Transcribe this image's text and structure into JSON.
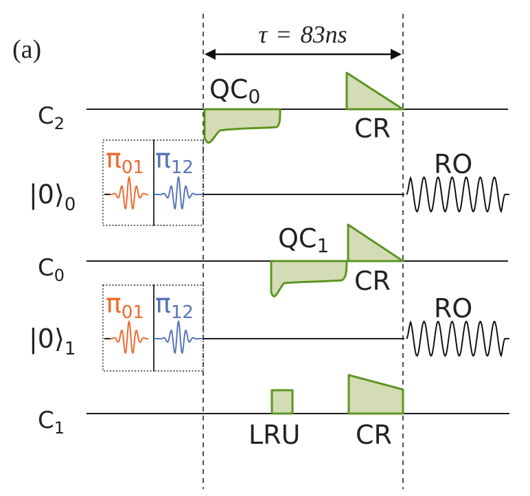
{
  "panel_label": "(a)",
  "duration": {
    "symbol": "τ",
    "equals": "=",
    "value": "83ns"
  },
  "wires": [
    {
      "label_main": "C",
      "label_sub": "2"
    },
    {
      "label_main": "|0⟩",
      "label_sub": "0"
    },
    {
      "label_main": "C",
      "label_sub": "0"
    },
    {
      "label_main": "|0⟩",
      "label_sub": "1"
    },
    {
      "label_main": "C",
      "label_sub": "1"
    }
  ],
  "gates": {
    "pi01": {
      "symbol": "π",
      "sub": "01",
      "color": "#ef6a2e"
    },
    "pi12": {
      "symbol": "π",
      "sub": "12",
      "color": "#5574b5"
    }
  },
  "pulses": {
    "qc0": {
      "label_main": "QC",
      "label_sub": "0"
    },
    "qc1": {
      "label_main": "QC",
      "label_sub": "1"
    },
    "cr": "CR",
    "lru": "LRU",
    "ro": "RO",
    "fill_color": "#d3dcb5",
    "stroke_color": "#5e9421"
  }
}
